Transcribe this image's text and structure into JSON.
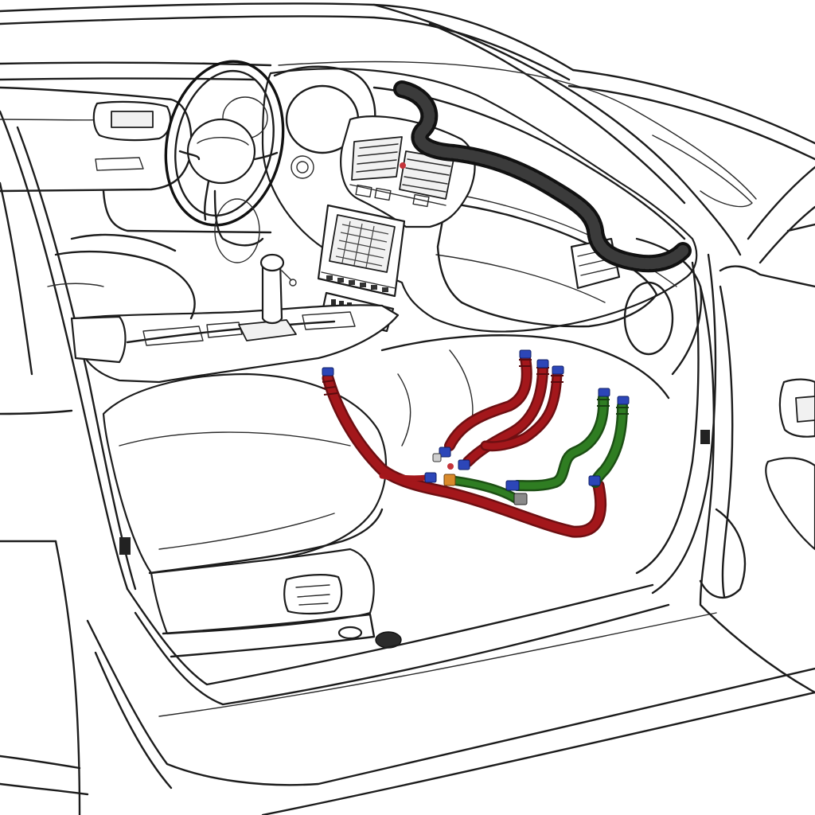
{
  "diagram": {
    "subject": "car-interior-hvac-hose-routing",
    "colors": {
      "background": "#ffffff",
      "line_art": "#1c1c1c",
      "duct": "#2b2b2b",
      "hose_red": "#a3171b",
      "hose_green": "#2f7d22",
      "connector_blue": "#2c46b8",
      "connector_orange": "#d98a2b"
    },
    "components": [
      {
        "id": "steering-wheel",
        "icon": "steering-wheel-icon"
      },
      {
        "id": "dashboard",
        "icon": "dashboard-icon"
      },
      {
        "id": "center-vents",
        "icon": "air-vent-icon"
      },
      {
        "id": "head-unit",
        "icon": "radio-icon"
      },
      {
        "id": "gear-shifter",
        "icon": "gear-shift-icon"
      },
      {
        "id": "air-duct",
        "icon": "duct-icon"
      },
      {
        "id": "passenger-seat",
        "icon": "seat-icon"
      },
      {
        "id": "front-door",
        "icon": "door-icon"
      },
      {
        "id": "red-hoses",
        "icon": "hose-icon"
      },
      {
        "id": "green-hoses",
        "icon": "hose-icon"
      }
    ]
  }
}
